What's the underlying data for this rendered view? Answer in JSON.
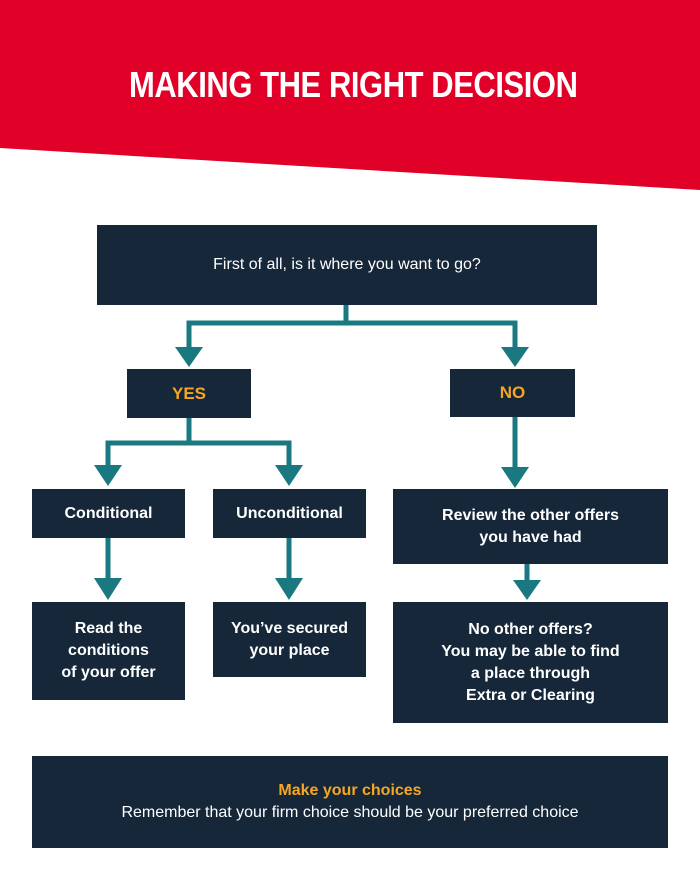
{
  "title": "MAKING THE RIGHT DECISION",
  "colors": {
    "banner": "#e10028",
    "box": "#16273a",
    "connector": "#1a7880",
    "accent": "#f5a623",
    "text": "#ffffff"
  },
  "flowchart": {
    "question": "First of all, is it where you want to go?",
    "yes": "YES",
    "no": "NO",
    "conditional": "Conditional",
    "unconditional": "Unconditional",
    "conditional_result": "Read the\nconditions\nof your offer",
    "unconditional_result": "You’ve secured\nyour place",
    "review": "Review the other offers\nyou have had",
    "no_offers": "No other offers?\nYou may be able to find\na place through\nExtra or Clearing"
  },
  "footer": {
    "heading": "Make your choices",
    "text": "Remember that your firm choice should be your preferred choice"
  }
}
